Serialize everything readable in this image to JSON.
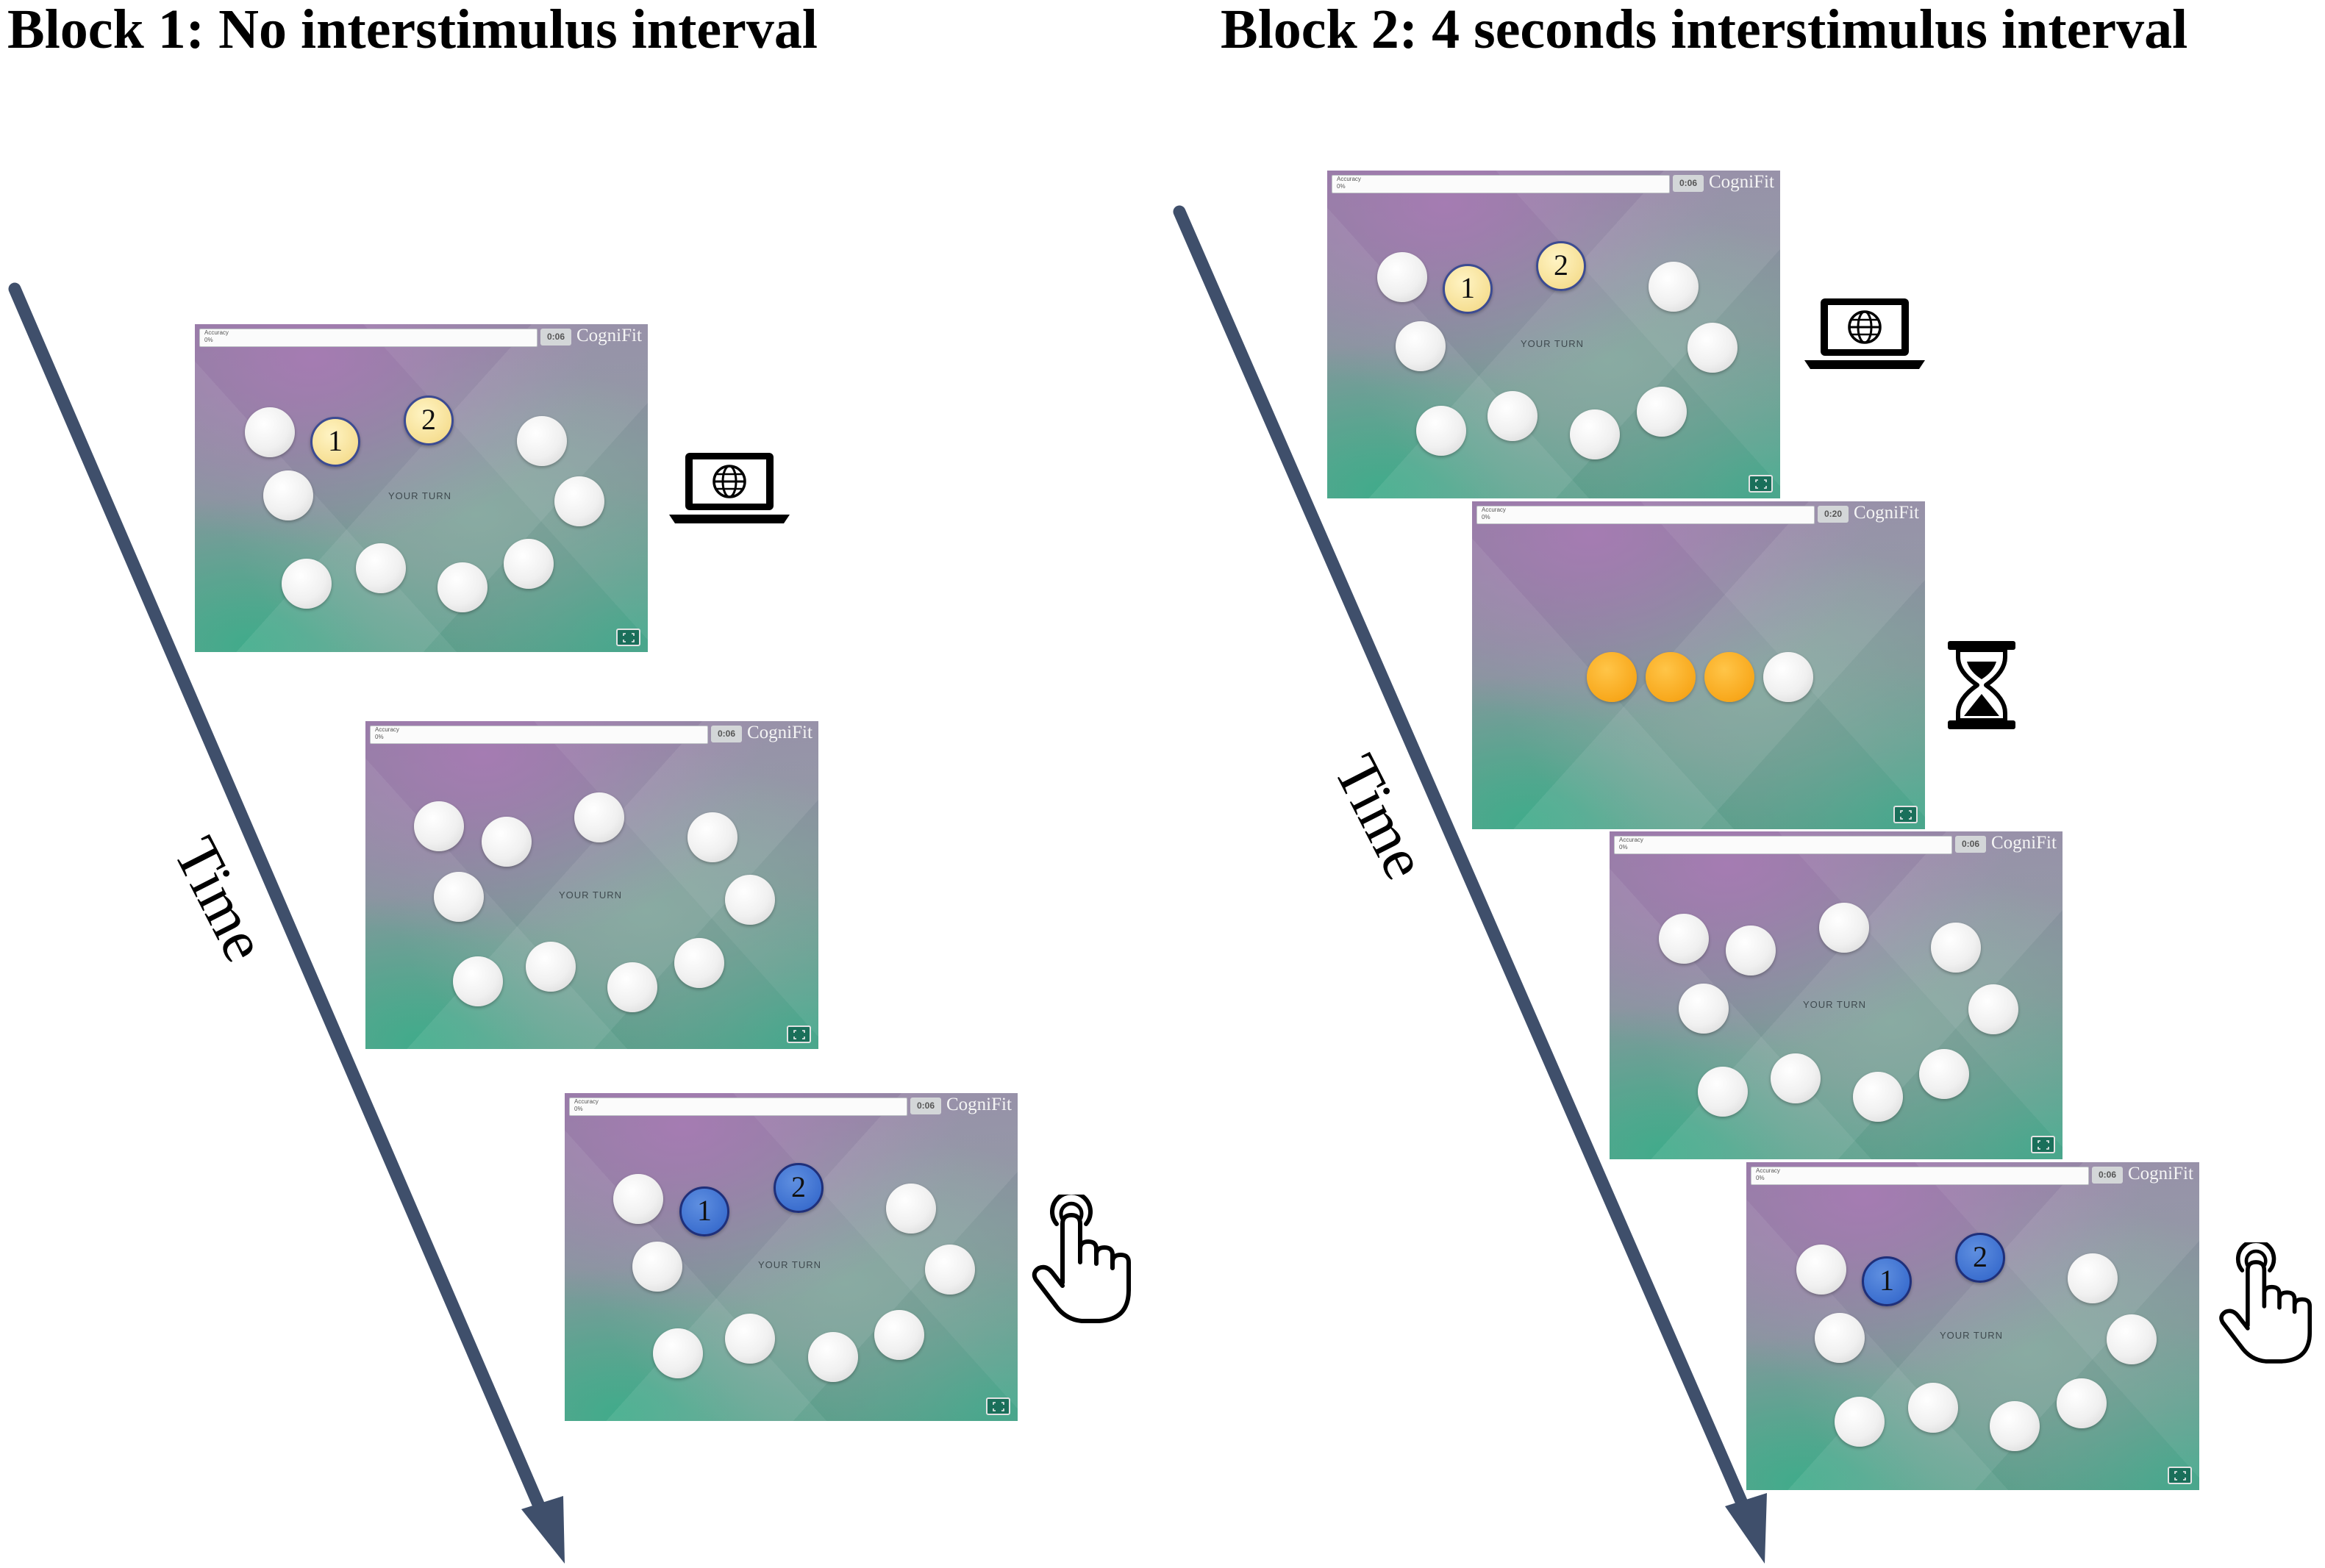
{
  "block1": {
    "title": "Block 1: No interstimulus interval",
    "time_label": "Time"
  },
  "block2": {
    "title": "Block 2: 4 seconds interstimulus interval",
    "time_label": "Time"
  },
  "screen": {
    "accuracy_label": "Accuracy",
    "accuracy_value": "0%",
    "logo": "CogniFit",
    "turn_label": "YOUR TURN"
  },
  "screens": {
    "b1_s1": {
      "timer": "0:06",
      "num1": "1",
      "num2": "2"
    },
    "b1_s2": {
      "timer": "0:06"
    },
    "b1_s3": {
      "timer": "0:06",
      "num1": "1",
      "num2": "2"
    },
    "b2_s1": {
      "timer": "0:06",
      "num1": "1",
      "num2": "2"
    },
    "b2_s2": {
      "timer": "0:20"
    },
    "b2_s3": {
      "timer": "0:06"
    },
    "b2_s4": {
      "timer": "0:06",
      "num1": "1",
      "num2": "2"
    }
  },
  "icons": [
    "laptop-globe-icon",
    "hourglass-icon",
    "tapping-hand-icon",
    "fullscreen-icon"
  ],
  "colors": {
    "arrow": "#3f4f6b",
    "disc_yellow": "#f6df94",
    "disc_blue": "#3c6fcf",
    "wait_orange": "#f8a81c",
    "button_green": "#1a6f5a"
  }
}
